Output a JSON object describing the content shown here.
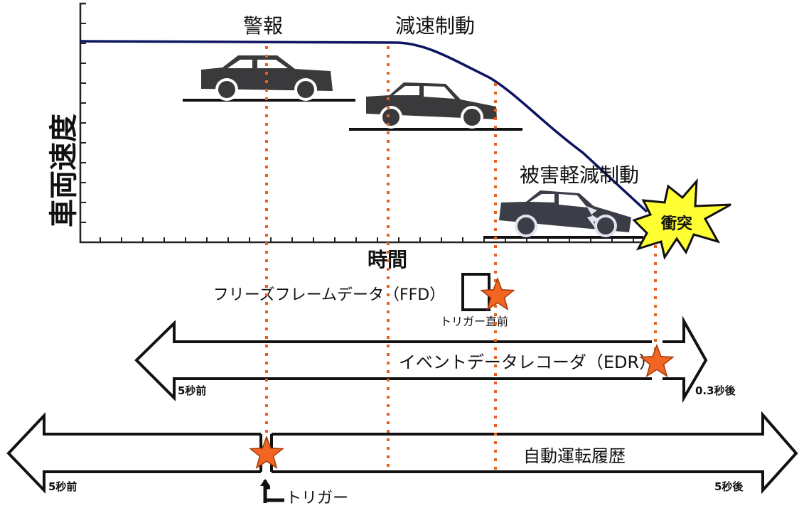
{
  "diagram": {
    "y_axis_label": "車両速度",
    "x_axis_label": "時間",
    "events": {
      "warning": "警報",
      "deceleration_braking": "減速制動",
      "damage_mitigation_braking": "被害軽減制動",
      "collision": "衝突"
    },
    "ffd": {
      "label": "フリーズフレームデータ（FFD）",
      "sub_label": "トリガー直前"
    },
    "edr": {
      "label": "イベントデータレコーダ（EDR）",
      "start_label": "5秒前",
      "end_label": "0.3秒後"
    },
    "autodrive_history": {
      "label": "自動運転履歴",
      "start_label": "5秒前",
      "end_label": "5秒後",
      "trigger_label": "トリガー"
    },
    "colors": {
      "speed_curve": "#0d1460",
      "marker_line": "#e8601c",
      "star": "#f26522",
      "car": "#3a3a3c",
      "collision_burst": "#ffff33"
    }
  }
}
